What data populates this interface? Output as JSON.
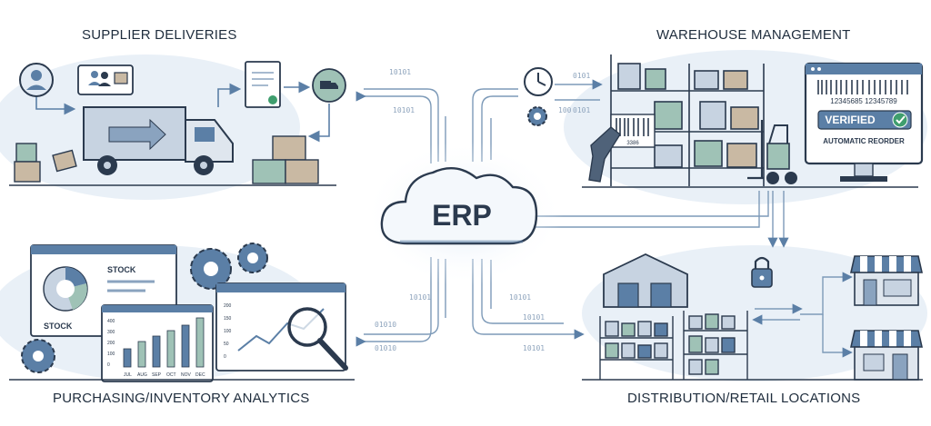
{
  "sections": {
    "top_left": "SUPPLIER DELIVERIES",
    "top_right": "WAREHOUSE MANAGEMENT",
    "bottom_left": "PURCHASING/INVENTORY ANALYTICS",
    "bottom_right": "DISTRIBUTION/RETAIL LOCATIONS"
  },
  "center": {
    "label": "ERP"
  },
  "warehouse": {
    "barcode_text": "12345685 12345789",
    "status": "VERIFIED",
    "action": "AUTOMATIC REORDER",
    "scan_code": "3386"
  },
  "analytics": {
    "stock_label_1": "STOCK",
    "stock_label_2": "STOCK",
    "y_ticks": [
      "400",
      "300",
      "200",
      "100",
      "0"
    ],
    "months": [
      "JUL",
      "AUG",
      "SEP",
      "OCT",
      "NOV",
      "DEC"
    ],
    "line_ticks": [
      "200",
      "150",
      "100",
      "50",
      "0"
    ]
  },
  "binary_streams": [
    "10101",
    "10101",
    "0101",
    "0101",
    "100",
    "01010",
    "01010",
    "10101",
    "10101",
    "10101",
    "10101"
  ],
  "colors": {
    "accent_blue": "#5b7fa6",
    "dark": "#2b3a4e",
    "sage_green": "#9fc2b6",
    "panel_bg": "#e7eef6",
    "verified_green": "#3f9e6e"
  },
  "icons": [
    "user-icon",
    "users-icon",
    "box-icon",
    "document-icon",
    "delivery-truck-icon",
    "clock-icon",
    "gear-icon",
    "barcode-scanner-icon",
    "forklift-icon",
    "monitor-icon",
    "warehouse-icon",
    "lock-icon",
    "storefront-icon",
    "pie-chart-icon",
    "bar-chart-icon",
    "line-chart-icon",
    "magnifier-icon",
    "cloud-icon"
  ]
}
